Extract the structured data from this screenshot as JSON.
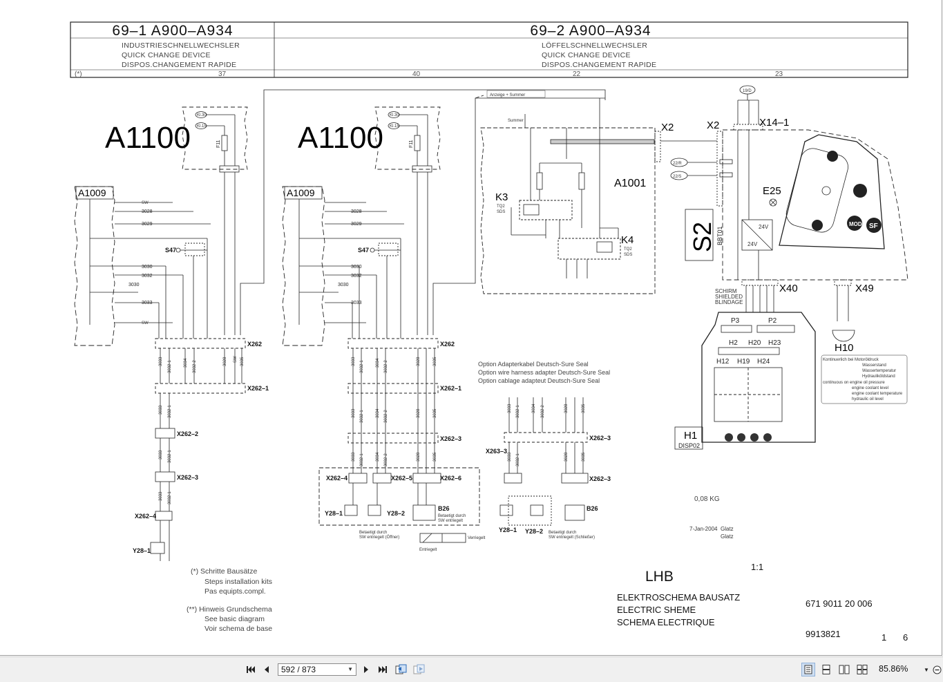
{
  "header": {
    "left_code": "69–1  A900–A934",
    "right_code": "69–2  A900–A934",
    "left_lines": [
      "INDUSTRIESCHNELLWECHSLER",
      "QUICK CHANGE DEVICE",
      "DISPOS.CHANGEMENT RAPIDE"
    ],
    "right_lines": [
      "LÖFFELSCHNELLWECHSLER",
      "QUICK CHANGE DEVICE",
      "DISPOS.CHANGEMENT RAPIDE"
    ],
    "marker": "(*)",
    "nums": [
      "37",
      "40",
      "22",
      "23"
    ]
  },
  "labels": {
    "a1100": "A1100",
    "a1009": "A1009",
    "a1001": "A1001",
    "s2": "S2",
    "bbt": "BBT01",
    "x2": "X2",
    "x14": "X14–1",
    "x40": "X40",
    "x49": "X49",
    "e25": "E25",
    "h10": "H10",
    "h1": "H1",
    "disp": "DISP02",
    "k3": "K3",
    "k4": "K4",
    "k3sub": [
      "TQ2",
      "SDS"
    ],
    "k4sub": [
      "TQ2",
      "SDS"
    ],
    "kl30": "Kl.30",
    "kl15": "Kl.15",
    "fuse": "F11",
    "s47": "S47",
    "p3": "P3",
    "p2": "P2",
    "h2": "H2",
    "h20": "H20",
    "h23": "H23",
    "h12": "H12",
    "h19": "H19",
    "h24": "H24",
    "v24": "24V",
    "schirm": [
      "SCHIRM",
      "SHIELDED",
      "BLINDAGE"
    ],
    "anzeige": "Anzeige + Summer",
    "summer": "Summer",
    "ref19": "19/D",
    "ref22r": "22/R",
    "ref22s": "22/S"
  },
  "connectors": {
    "x262": "X262",
    "x262_1": "X262–1",
    "x262_2": "X262–2",
    "x262_3": "X262–3",
    "x262_4": "X262–4",
    "x262_5": "X262–5",
    "x262_6": "X262–6",
    "x263_3": "X263–3",
    "y28_1": "Y28–1",
    "y28_2": "Y28–2",
    "b26": "B26"
  },
  "wires": [
    "3028",
    "3029",
    "3030",
    "3032",
    "3033",
    "3035",
    "3034",
    "3032-1",
    "3032-2",
    "3033-1"
  ],
  "option_text": [
    "Option Adapterkabel Deutsch-Sure Seal",
    "Option wire harness adapter Deutsch-Sure Seal",
    "Option cablage adapteut Deutsch-Sure Seal"
  ],
  "b26_note": [
    "Betaetigt durch",
    "SW entriegelt"
  ],
  "y28_note": [
    "Betaetigt durch",
    "SW entriegelt (Öffner)"
  ],
  "y28_note2": [
    "Betaetigt durch",
    "SW entriegelt (Schließer)"
  ],
  "verriegelt": "Verriegelt",
  "entriegelt": "Entriegelt",
  "h10_note": [
    "Kontinuerlich bei Motoröldruck",
    "Wasserstand",
    "Wassertemperatur",
    "Hydrauliköldstand",
    "continuous on engine oil pressure",
    "engine coolant level",
    "engine coolant temperature",
    "hydraulic oil level"
  ],
  "notes": {
    "star1": [
      "(*) Schritte Bausätze",
      "Steps installation kits",
      "Pas equipts.compl."
    ],
    "star2": [
      "(**) Hinweis Grundschema",
      "See basic diagram",
      "Voir schema de base"
    ]
  },
  "title_block": {
    "weight": "0,08 KG",
    "date": "7-Jan-2004",
    "author1": "Glatz",
    "author2": "Glatz",
    "scale": "1:1",
    "company": "LHB",
    "title_lines": [
      "ELEKTROSCHEMA BAUSATZ",
      "ELECTRIC SHEME",
      "SCHEMA ELECTRIQUE"
    ],
    "drawing_no": "671 9011 20 006",
    "ident_no": "9913821",
    "sheet": "1",
    "sheets": "6"
  },
  "toolbar": {
    "page_value": "592 / 873",
    "zoom": "85.86%"
  }
}
